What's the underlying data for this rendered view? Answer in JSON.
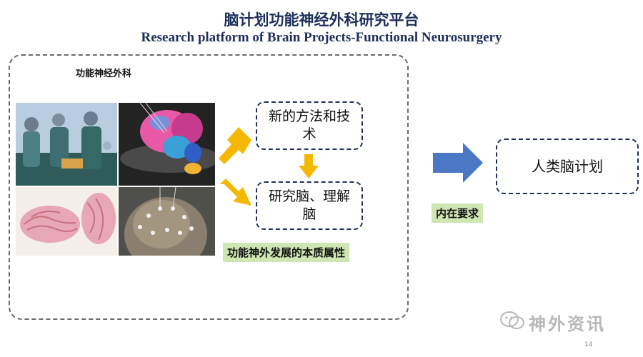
{
  "header": {
    "title_cn": "脑计划功能神经外科研究平台",
    "title_en": "Research platform of Brain Projects-Functional Neurosurgery"
  },
  "left_panel": {
    "section_label": "功能神经外科",
    "photos": [
      {
        "name": "surgery-photo"
      },
      {
        "name": "mri-segmentation-photo"
      },
      {
        "name": "brain-anatomy-illustration"
      },
      {
        "name": "electrode-head-photo"
      }
    ],
    "intrinsic_label": "功能神外发展的本质属性"
  },
  "flow": {
    "methods_box": "新的方法和技术",
    "research_box": "研究脑、理解脑",
    "internal_label": "内在要求",
    "project_box": "人类脑计划"
  },
  "colors": {
    "title": "#1f2f5c",
    "orange_arrow": "#f5b800",
    "blue_arrow": "#4a78c5",
    "green_label": "#cfe6b2"
  },
  "footer": {
    "page_number": "14",
    "watermark": "神外资讯"
  }
}
